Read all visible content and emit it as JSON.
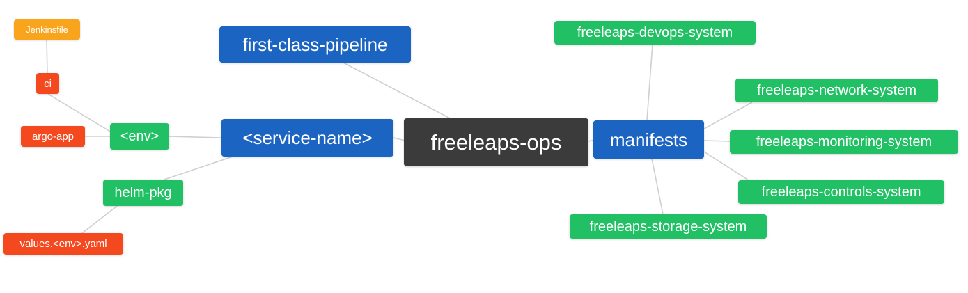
{
  "diagram": {
    "type": "mindmap",
    "root_label": "freeleaps-ops"
  },
  "colors": {
    "root": "#3b3b3b",
    "blue": "#1b64c2",
    "green": "#22c064",
    "orange": "#f4481f",
    "amber": "#f8a41d",
    "edge": "#cfcfcf",
    "text": "#ffffff"
  },
  "nodes": {
    "root": {
      "label": "freeleaps-ops"
    },
    "first_class_pipeline": {
      "label": "first-class-pipeline"
    },
    "service_name": {
      "label": "<service-name>"
    },
    "env": {
      "label": "<env>"
    },
    "helm_pkg": {
      "label": "helm-pkg"
    },
    "ci": {
      "label": "ci"
    },
    "jenkinsfile": {
      "label": "Jenkinsfile"
    },
    "argo_app": {
      "label": "argo-app"
    },
    "values_env_yaml": {
      "label": "values.<env>.yaml"
    },
    "manifests": {
      "label": "manifests"
    },
    "devops_system": {
      "label": "freeleaps-devops-system"
    },
    "network_system": {
      "label": "freeleaps-network-system"
    },
    "monitoring_system": {
      "label": "freeleaps-monitoring-system"
    },
    "controls_system": {
      "label": "freeleaps-controls-system"
    },
    "storage_system": {
      "label": "freeleaps-storage-system"
    }
  },
  "edges": [
    {
      "from": "jenkinsfile",
      "to": "ci"
    },
    {
      "from": "ci",
      "to": "env"
    },
    {
      "from": "argo_app",
      "to": "env"
    },
    {
      "from": "env",
      "to": "service_name"
    },
    {
      "from": "helm_pkg",
      "to": "service_name"
    },
    {
      "from": "values_env_yaml",
      "to": "helm_pkg"
    },
    {
      "from": "first_class_pipeline",
      "to": "root"
    },
    {
      "from": "service_name",
      "to": "root"
    },
    {
      "from": "root",
      "to": "manifests"
    },
    {
      "from": "manifests",
      "to": "devops_system"
    },
    {
      "from": "manifests",
      "to": "network_system"
    },
    {
      "from": "manifests",
      "to": "monitoring_system"
    },
    {
      "from": "manifests",
      "to": "controls_system"
    },
    {
      "from": "manifests",
      "to": "storage_system"
    }
  ]
}
